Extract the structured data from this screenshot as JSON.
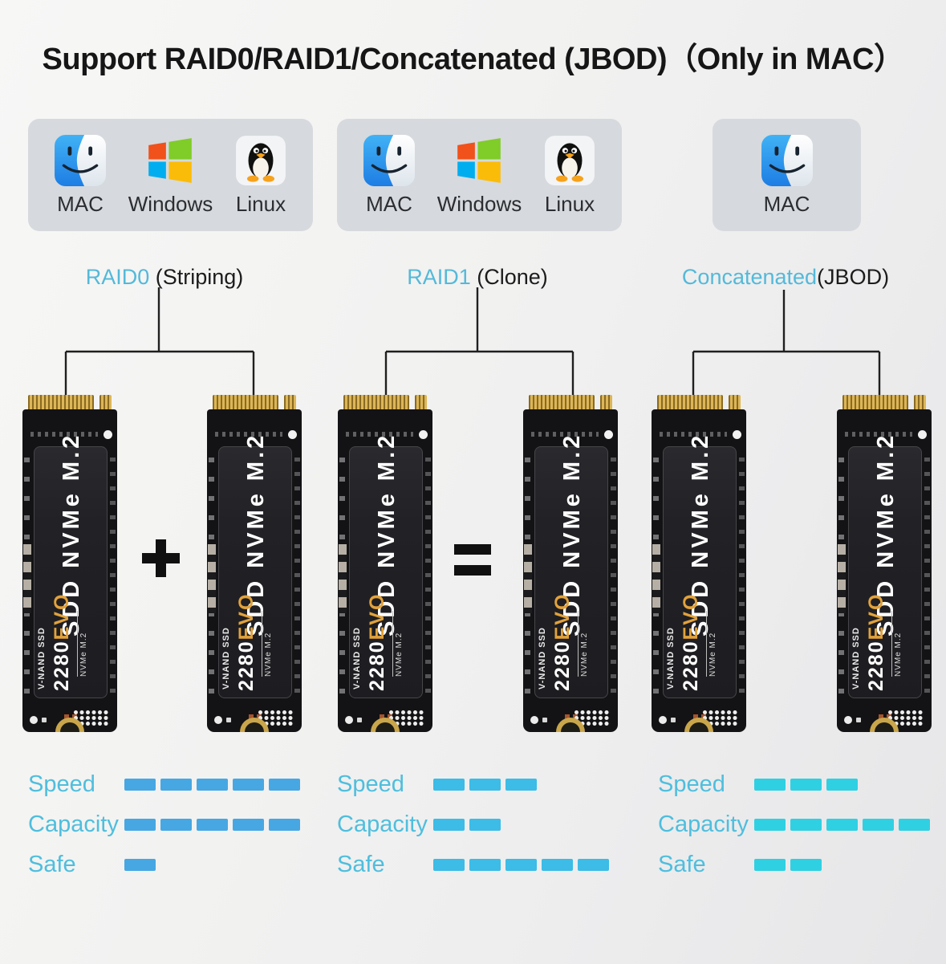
{
  "title": "Support RAID0/RAID1/Concatenated (JBOD)（Only in MAC）",
  "os_groups": [
    {
      "name": "raid0-os",
      "items": [
        {
          "os": "mac",
          "label": "MAC"
        },
        {
          "os": "windows",
          "label": "Windows"
        },
        {
          "os": "linux",
          "label": "Linux"
        }
      ]
    },
    {
      "name": "raid1-os",
      "items": [
        {
          "os": "mac",
          "label": "MAC"
        },
        {
          "os": "windows",
          "label": "Windows"
        },
        {
          "os": "linux",
          "label": "Linux"
        }
      ]
    },
    {
      "name": "jbod-os",
      "items": [
        {
          "os": "mac",
          "label": "MAC"
        }
      ]
    }
  ],
  "modes": [
    {
      "accent": "RAID0",
      "rest": " (Striping)"
    },
    {
      "accent": "RAID1",
      "rest": " (Clone)"
    },
    {
      "accent": "Concatenated",
      "rest": "(JBOD)"
    }
  ],
  "operators": {
    "plus": "+",
    "equals": "="
  },
  "ssd": {
    "title": "SDD NVMe M.2",
    "brand": "V-NAND SSD",
    "series_num": "2280",
    "series_suffix": "EVO",
    "sub": "NVMe M.2"
  },
  "stats": [
    {
      "mode": "RAID0 (Striping)",
      "bar_color": "#47a7e3",
      "rows": [
        {
          "label": "Speed",
          "value": 5
        },
        {
          "label": "Capacity",
          "value": 5
        },
        {
          "label": "Safe",
          "value": 1
        }
      ]
    },
    {
      "mode": "RAID1 (Clone)",
      "bar_color": "#3cbce6",
      "rows": [
        {
          "label": "Speed",
          "value": 3
        },
        {
          "label": "Capacity",
          "value": 2
        },
        {
          "label": "Safe",
          "value": 5
        }
      ]
    },
    {
      "mode": "Concatenated (JBOD)",
      "bar_color": "#2fd0e2",
      "rows": [
        {
          "label": "Speed",
          "value": 3
        },
        {
          "label": "Capacity",
          "value": 5
        },
        {
          "label": "Safe",
          "value": 2
        }
      ]
    }
  ],
  "colors": {
    "accent_text": "#54b9d9",
    "os_box": "#d6d9dd",
    "evo_orange": "#e2a23b",
    "title_text": "#161616"
  }
}
